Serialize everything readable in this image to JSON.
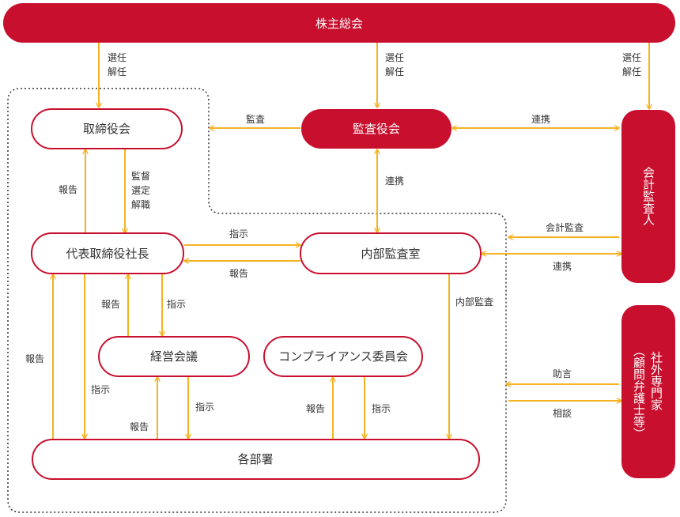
{
  "colors": {
    "primary": "#c8102e",
    "arrow": "#f5b324",
    "white": "#ffffff",
    "text": "#333333",
    "border": "#333333"
  },
  "nodes": {
    "shareholders": "株主総会",
    "board": "取締役会",
    "auditors": "監査役会",
    "accounting_auditor": "会計監査人",
    "president": "代表取締役社長",
    "internal_audit": "内部監査室",
    "management_meeting": "経営会議",
    "compliance_committee": "コンプライアンス委員会",
    "departments": "各部署",
    "external_experts": "社外専門家",
    "external_experts_sub": "（顧問弁護士等）"
  },
  "edges": {
    "elect_dismiss_line1": "選任",
    "elect_dismiss_line2": "解任",
    "audit": "監査",
    "cooperation": "連携",
    "report": "報告",
    "supervise_line1": "監督",
    "supervise_line2": "選定",
    "supervise_line3": "解職",
    "instruct": "指示",
    "accounting_audit": "会計監査",
    "internal_audit_edge": "内部監査",
    "advice": "助言",
    "consult": "相談"
  }
}
